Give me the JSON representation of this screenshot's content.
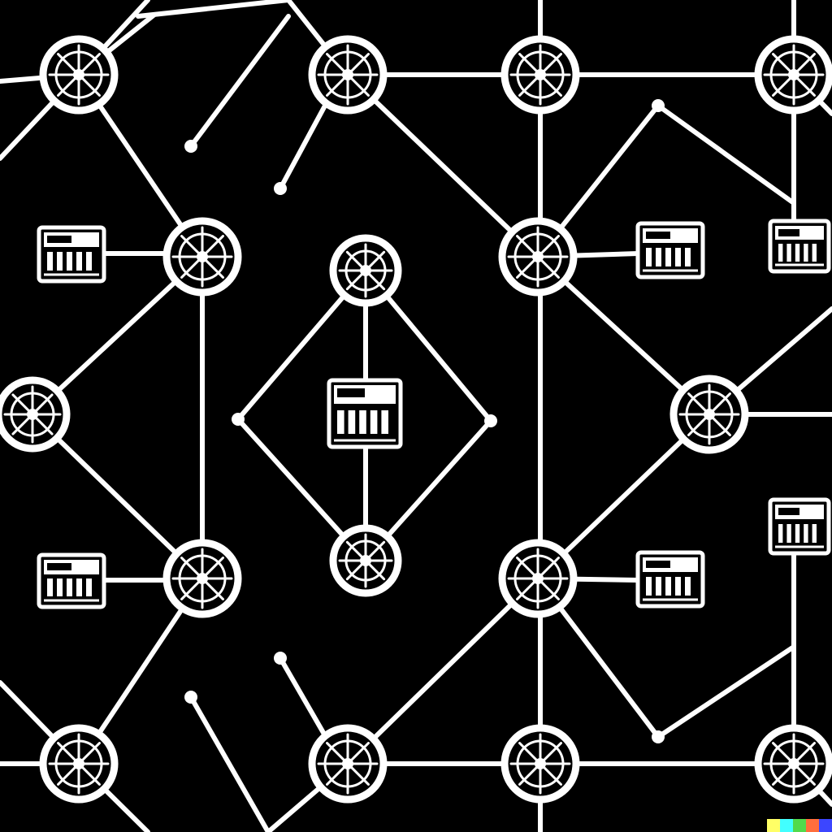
{
  "diagram": {
    "description_type": "network-topology",
    "colors": {
      "background": "#000000",
      "line": "#ffffff",
      "node": "#ffffff"
    },
    "hubs": [
      {
        "id": "h1"
      },
      {
        "id": "h2"
      },
      {
        "id": "h3"
      },
      {
        "id": "h4"
      },
      {
        "id": "h5"
      },
      {
        "id": "h6"
      },
      {
        "id": "h7"
      },
      {
        "id": "h8"
      },
      {
        "id": "h9"
      },
      {
        "id": "h10"
      },
      {
        "id": "h11"
      },
      {
        "id": "h12"
      },
      {
        "id": "h13"
      },
      {
        "id": "h14"
      },
      {
        "id": "h15"
      },
      {
        "id": "h16"
      }
    ],
    "devices": [
      {
        "id": "d1",
        "icon": "server-panel-icon"
      },
      {
        "id": "d2",
        "icon": "router-icon"
      },
      {
        "id": "d3",
        "icon": "switch-icon"
      },
      {
        "id": "d4",
        "icon": "rack-icon"
      },
      {
        "id": "d5",
        "icon": "server-panel-icon"
      },
      {
        "id": "d6",
        "icon": "storage-icon"
      },
      {
        "id": "d7",
        "icon": "rack-icon"
      }
    ],
    "watermark_colors": [
      "#ffff66",
      "#42ffff",
      "#51da4c",
      "#ff6e3c",
      "#3c46ff"
    ]
  }
}
